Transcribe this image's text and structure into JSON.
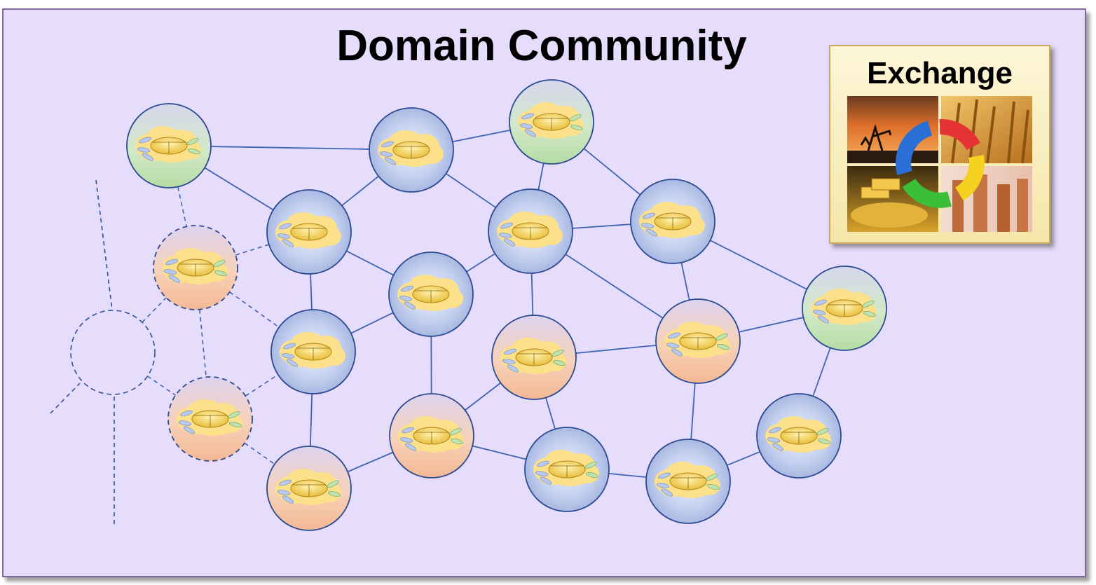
{
  "title": "Domain Community",
  "exchange": {
    "title": "Exchange",
    "tiles": [
      "oil-field-photo",
      "wheat-photo",
      "gold-bars-coins-photo",
      "copper-pipes-photo"
    ],
    "cycle_colors": [
      "#e53232",
      "#f4d21f",
      "#3bbf3b",
      "#2a6fd6"
    ]
  },
  "colors": {
    "panel": "#e6dcfb",
    "panel_border": "#7b6799",
    "edge": "#3f63b5",
    "blue_node": "#bccae8",
    "green_node": "#c9e6be",
    "orange_node": "#f7c9a8",
    "cloud": "#fde08a",
    "hub": "#f3cd4c"
  }
}
